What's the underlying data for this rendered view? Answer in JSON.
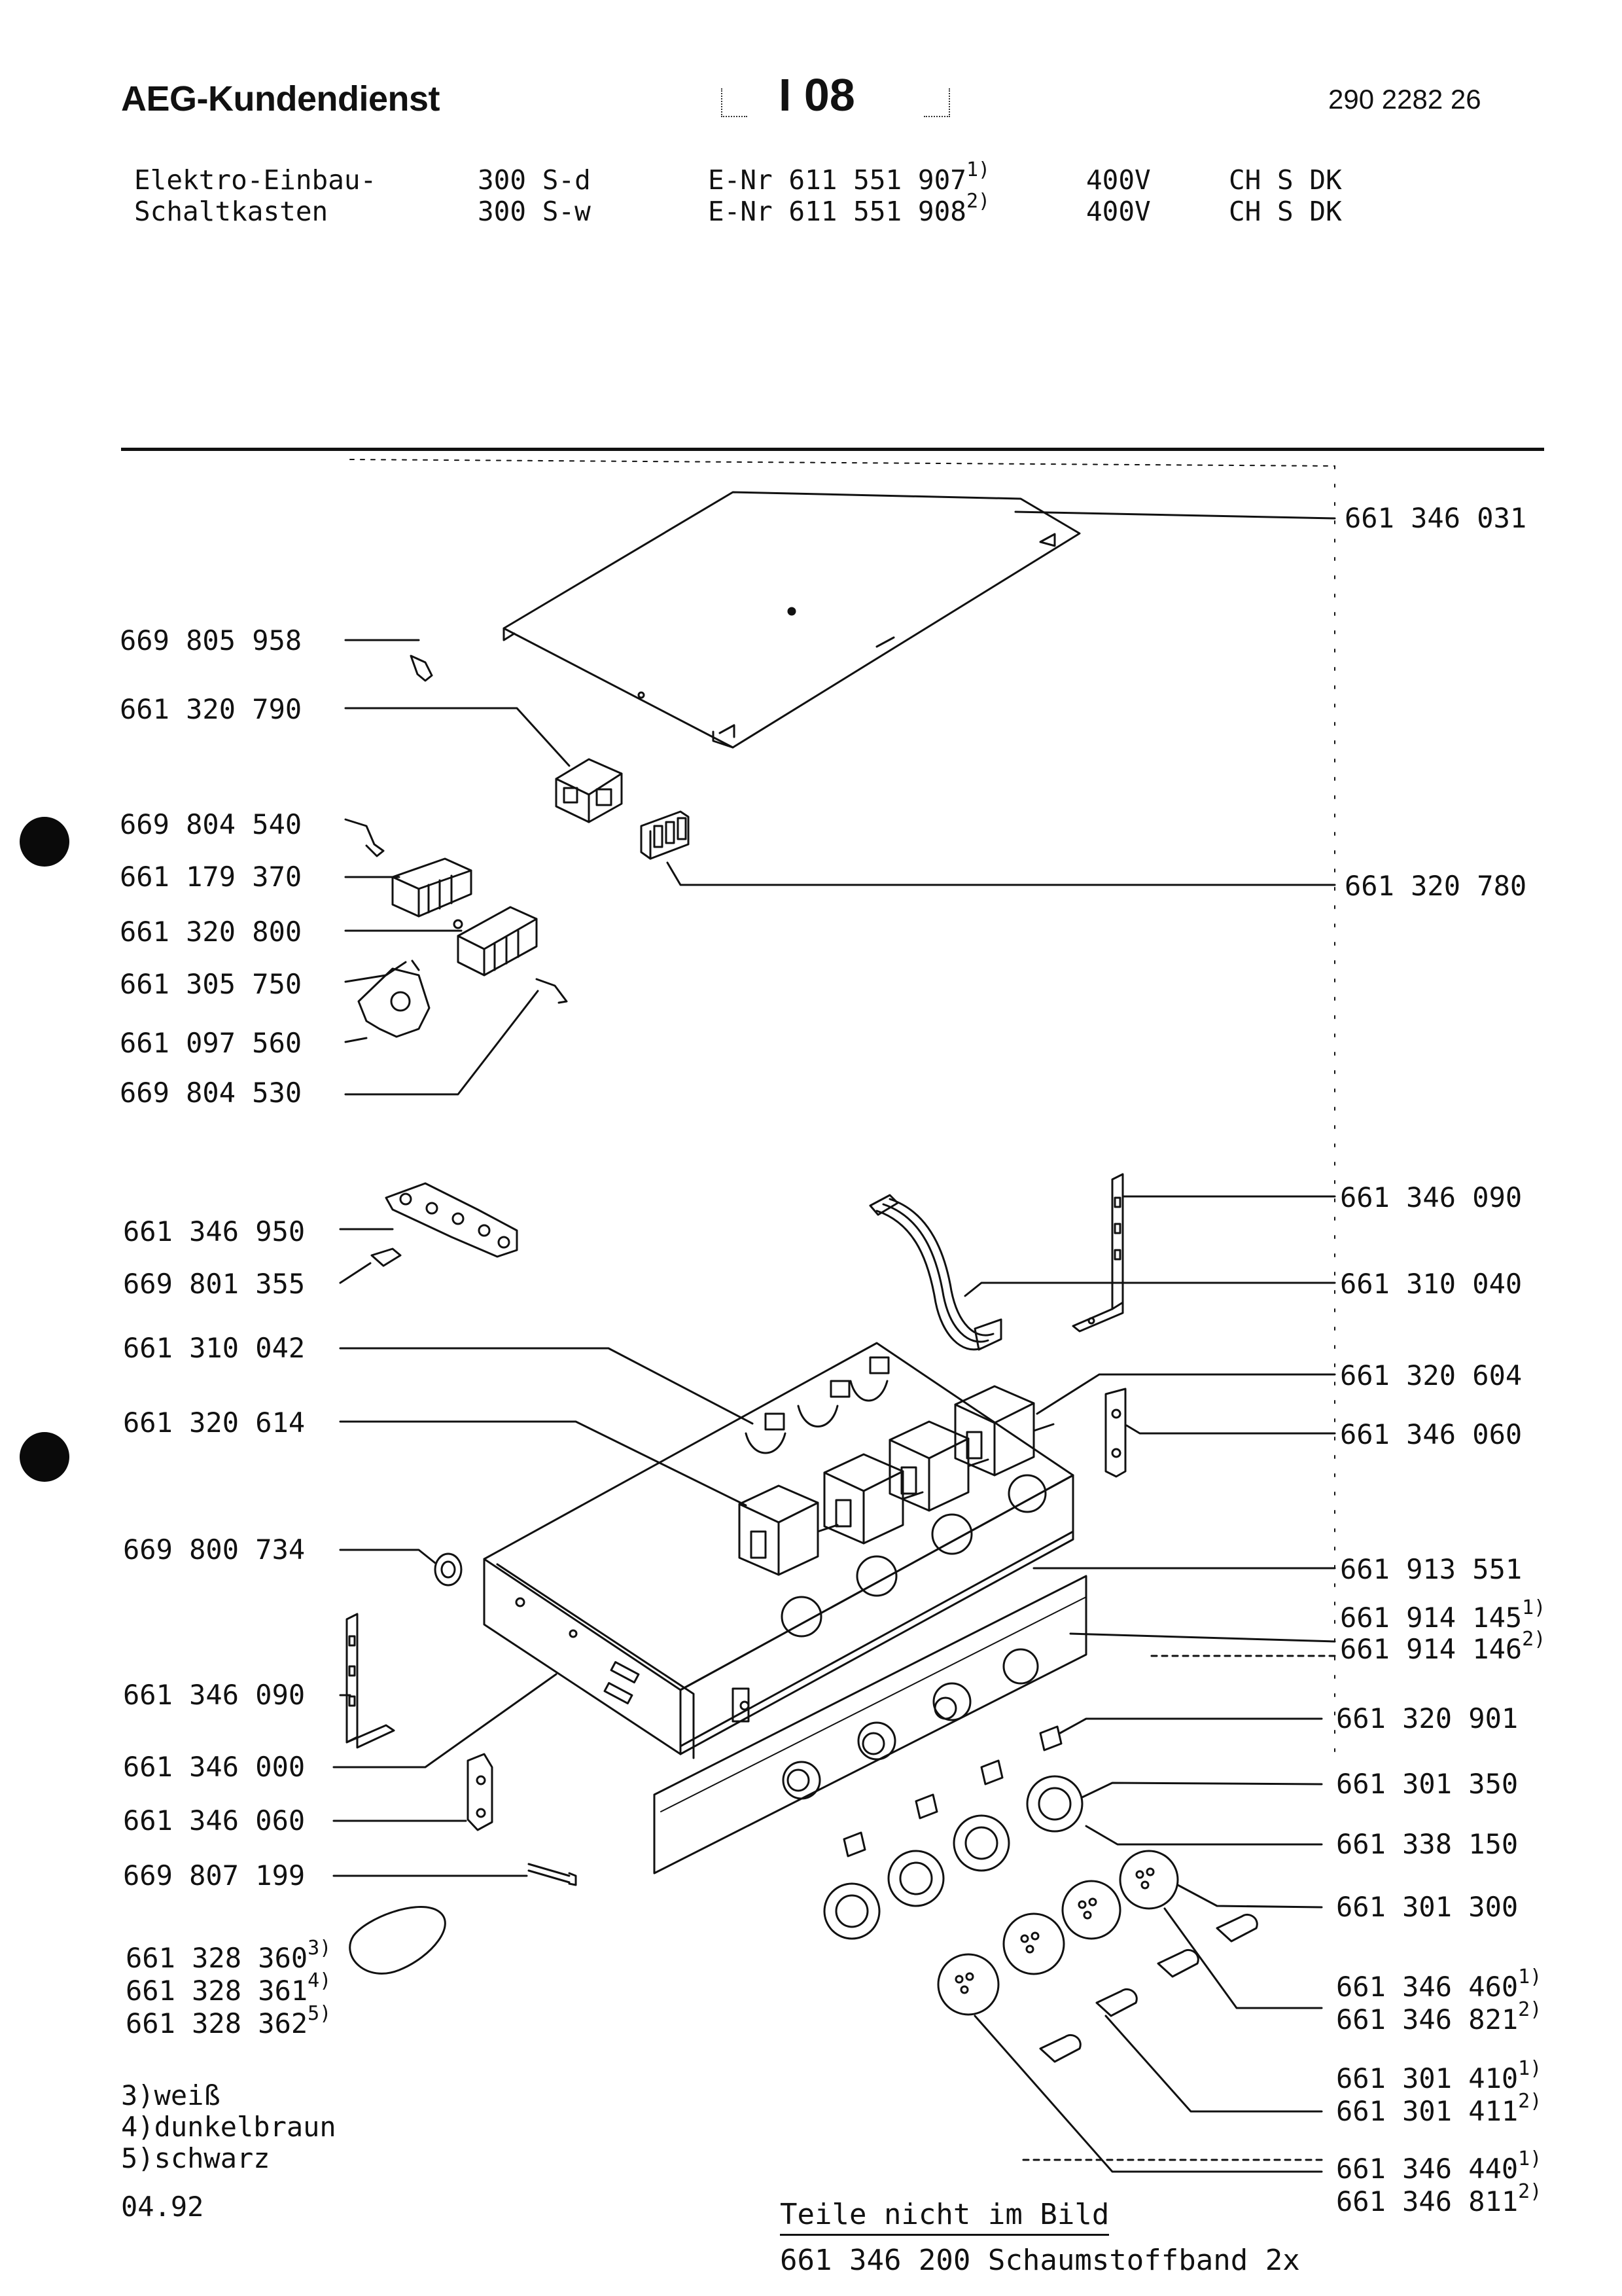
{
  "header": {
    "brand": "AEG-Kundendienst",
    "section": "I 08",
    "doc_number": "290 2282 26",
    "rows": [
      {
        "product": "Elektro-Einbau-",
        "model": "300 S-d",
        "enr": "E-Nr 611 551 907",
        "note": "1)",
        "voltage": "400V",
        "countries": "CH S DK"
      },
      {
        "product": "Schaltkasten",
        "model": "300 S-w",
        "enr": "E-Nr 611 551 908",
        "note": "2)",
        "voltage": "400V",
        "countries": "CH S DK"
      }
    ]
  },
  "parts_left": [
    {
      "number": "669 805 958",
      "sup": ""
    },
    {
      "number": "661 320 790",
      "sup": ""
    },
    {
      "number": "669 804 540",
      "sup": ""
    },
    {
      "number": "661 179 370",
      "sup": ""
    },
    {
      "number": "661 320 800",
      "sup": ""
    },
    {
      "number": "661 305 750",
      "sup": ""
    },
    {
      "number": "661 097 560",
      "sup": ""
    },
    {
      "number": "669 804 530",
      "sup": ""
    },
    {
      "number": "661 346 950",
      "sup": ""
    },
    {
      "number": "669 801 355",
      "sup": ""
    },
    {
      "number": "661 310 042",
      "sup": ""
    },
    {
      "number": "661 320 614",
      "sup": ""
    },
    {
      "number": "669 800 734",
      "sup": ""
    },
    {
      "number": "661 346 090",
      "sup": ""
    },
    {
      "number": "661 346 000",
      "sup": ""
    },
    {
      "number": "661 346 060",
      "sup": ""
    },
    {
      "number": "669 807 199",
      "sup": ""
    },
    {
      "number": "661 328 360",
      "sup": "3)"
    },
    {
      "number": "661 328 361",
      "sup": "4)"
    },
    {
      "number": "661 328 362",
      "sup": "5)"
    }
  ],
  "parts_right": [
    {
      "number": "661 346 031",
      "sup": ""
    },
    {
      "number": "661 320 780",
      "sup": ""
    },
    {
      "number": "661 346 090",
      "sup": ""
    },
    {
      "number": "661 310 040",
      "sup": ""
    },
    {
      "number": "661 320 604",
      "sup": ""
    },
    {
      "number": "661 346 060",
      "sup": ""
    },
    {
      "number": "661 913 551",
      "sup": ""
    },
    {
      "number": "661 914 145",
      "sup": "1)"
    },
    {
      "number": "661 914 146",
      "sup": "2)"
    },
    {
      "number": "661 320 901",
      "sup": ""
    },
    {
      "number": "661 301 350",
      "sup": ""
    },
    {
      "number": "661 338 150",
      "sup": ""
    },
    {
      "number": "661 301 300",
      "sup": ""
    },
    {
      "number": "661 346 460",
      "sup": "1)"
    },
    {
      "number": "661 346 821",
      "sup": "2)"
    },
    {
      "number": "661 301 410",
      "sup": "1)"
    },
    {
      "number": "661 301 411",
      "sup": "2)"
    },
    {
      "number": "661 346 440",
      "sup": "1)"
    },
    {
      "number": "661 346 811",
      "sup": "2)"
    }
  ],
  "legend": [
    "3)weiß",
    "4)dunkelbraun",
    "5)schwarz"
  ],
  "date": "04.92",
  "not_shown_title": "Teile nicht im Bild",
  "not_shown_item": "661 346 200 Schaumstoffband 2x"
}
